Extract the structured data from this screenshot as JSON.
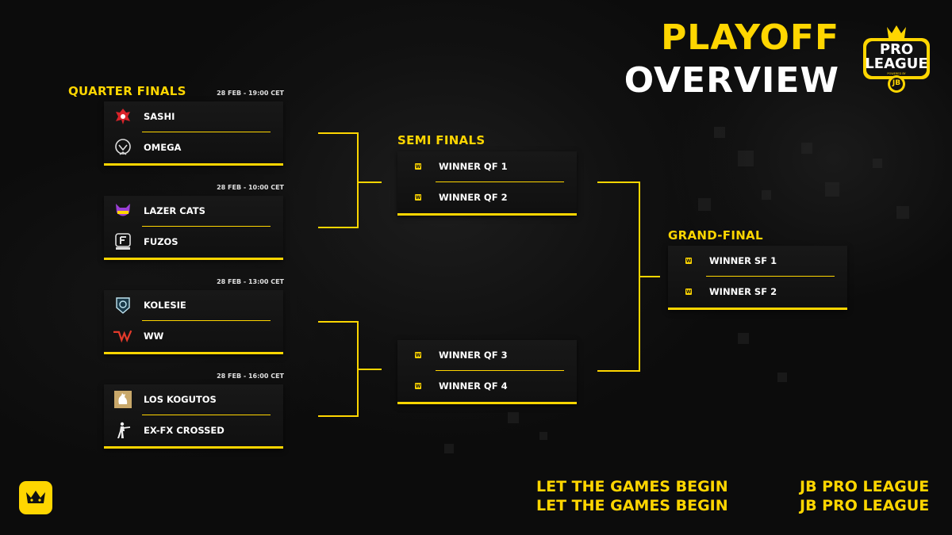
{
  "header": {
    "title_line1": "PLAYOFF",
    "title_line2": "OVERVIEW",
    "logo_text": "PRO LEAGUE",
    "logo_sub": "JB",
    "logo_powered": "POWERED BY"
  },
  "quarter_finals": {
    "heading": "QUARTER FINALS",
    "matches": [
      {
        "date": "28 FEB - 19:00 CET",
        "team1": "SASHI",
        "team2": "OMEGA"
      },
      {
        "date": "28 FEB - 10:00 CET",
        "team1": "LAZER CATS",
        "team2": "FUZOS"
      },
      {
        "date": "28 FEB - 13:00 CET",
        "team1": "KOLESIE",
        "team2": "WW"
      },
      {
        "date": "28 FEB - 16:00 CET",
        "team1": "LOS KOGUTOS",
        "team2": "EX-FX CROSSED"
      }
    ]
  },
  "semi_finals": {
    "heading": "SEMI FINALS",
    "matches": [
      {
        "team1": "WINNER QF 1",
        "team2": "WINNER QF 2"
      },
      {
        "team1": "WINNER QF 3",
        "team2": "WINNER QF 4"
      }
    ]
  },
  "grand_final": {
    "heading": "GRAND-FINAL",
    "team1": "WINNER SF 1",
    "team2": "WINNER SF 2"
  },
  "winner_icon_letter": "W",
  "footer": {
    "tagline_first_letter": "L",
    "tagline_rest": "ET THE GAMES BEGIN",
    "brand": "JB PRO LEAGUE"
  },
  "colors": {
    "accent": "#ffd600",
    "background": "#0c0c0c",
    "card": "#151515"
  },
  "icons": {
    "crown": "crown-icon",
    "team_logos": [
      "sashi-logo-icon",
      "omega-logo-icon",
      "lazer-cats-logo-icon",
      "fuzos-logo-icon",
      "kolesie-logo-icon",
      "ww-logo-icon",
      "los-kogutos-logo-icon",
      "ex-fx-crossed-logo-icon"
    ]
  }
}
